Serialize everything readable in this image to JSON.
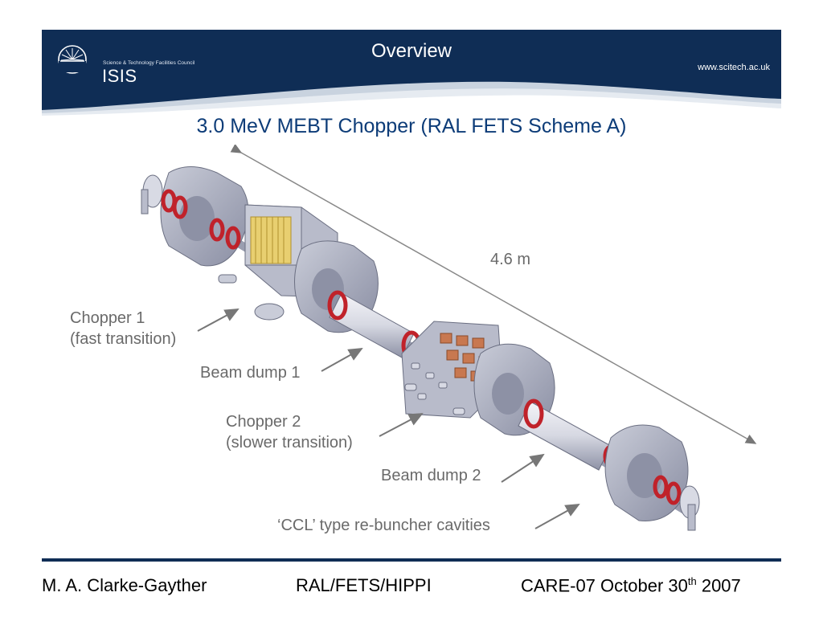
{
  "header": {
    "org_small": "Science & Technology Facilities Council",
    "org_logo": "ISIS",
    "title": "Overview",
    "url": "www.scitech.ac.uk"
  },
  "slide": {
    "title": "3.0 MeV MEBT Chopper (RAL FETS Scheme A)",
    "dimension": "4.6 m",
    "labels": {
      "chopper1_line1": "Chopper 1",
      "chopper1_line2": "(fast transition)",
      "beam_dump1": "Beam dump 1",
      "chopper2_line1": "Chopper 2",
      "chopper2_line2": "(slower transition)",
      "beam_dump2": "Beam dump 2",
      "rebuncher": "‘CCL’ type re-buncher cavities"
    }
  },
  "footer": {
    "author": "M. A. Clarke-Gayther",
    "project": "RAL/FETS/HIPPI",
    "event_prefix": "CARE-07 October 30",
    "event_sup": "th",
    "event_suffix": " 2007"
  },
  "colors": {
    "banner": "#0f2d55",
    "title": "#0d3c78",
    "machine": "#a3a7b9",
    "ring": "#c0222a",
    "copper": "#c87850",
    "yellow": "#e8cf70"
  }
}
